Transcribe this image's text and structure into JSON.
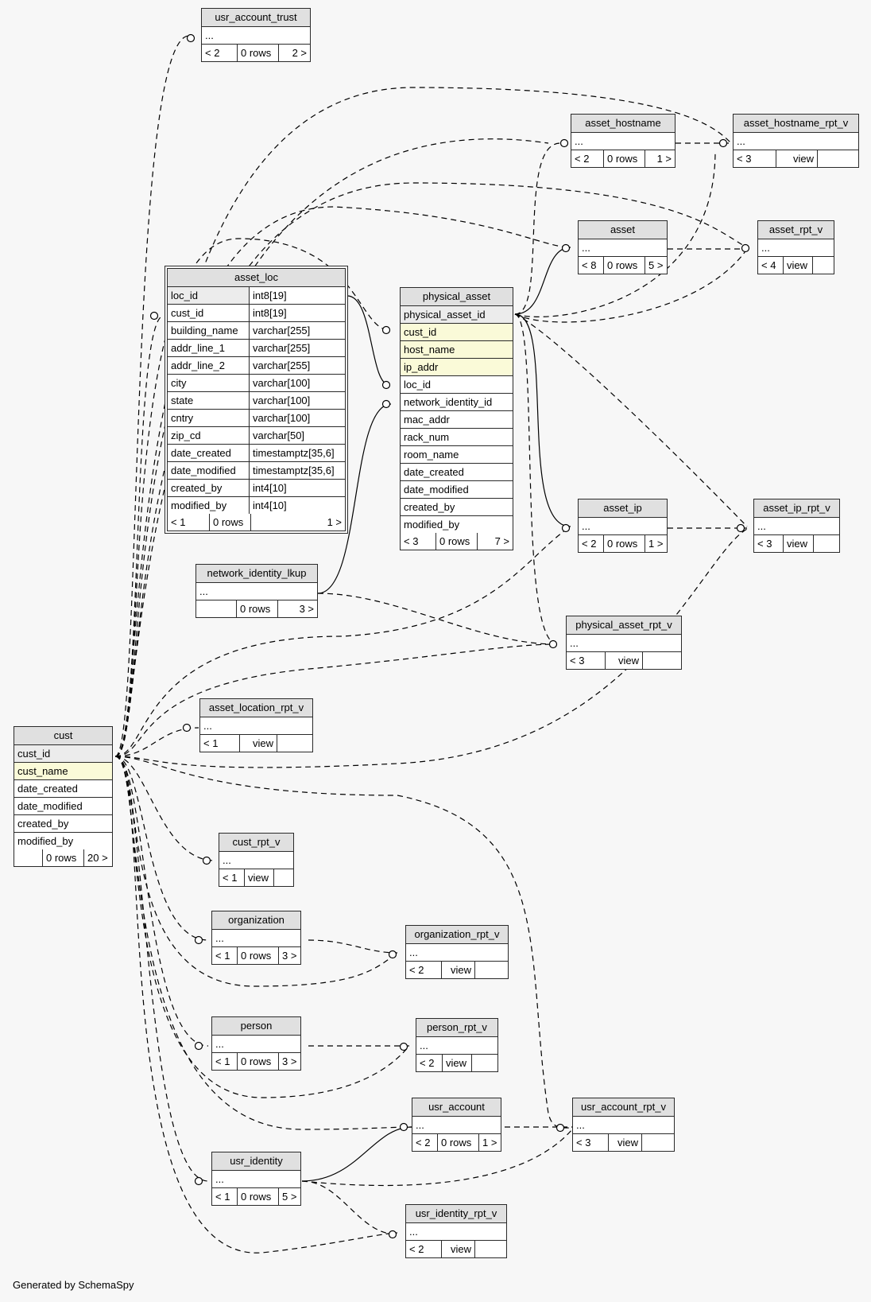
{
  "diagram": {
    "footer": "Generated by SchemaSpy",
    "colors": {
      "background": "#f7f7f7",
      "header": "#e0e0e0",
      "primary_key": "#ececec",
      "indexed": "#fafad8",
      "border": "#2a2a2a"
    },
    "tables": {
      "usr_account_trust": {
        "name": "usr_account_trust",
        "ellipsis": "...",
        "parents": "< 2",
        "rows": "0 rows",
        "children": "2 >"
      },
      "asset_hostname": {
        "name": "asset_hostname",
        "ellipsis": "...",
        "parents": "< 2",
        "rows": "0 rows",
        "children": "1 >"
      },
      "asset_hostname_rpt_v": {
        "name": "asset_hostname_rpt_v",
        "ellipsis": "...",
        "parents": "< 3",
        "rows": "view",
        "children": ""
      },
      "asset": {
        "name": "asset",
        "ellipsis": "...",
        "parents": "< 8",
        "rows": "0 rows",
        "children": "5 >"
      },
      "asset_rpt_v": {
        "name": "asset_rpt_v",
        "ellipsis": "...",
        "parents": "< 4",
        "rows": "view",
        "children": ""
      },
      "asset_loc": {
        "name": "asset_loc",
        "columns": [
          {
            "name": "loc_id",
            "type": "int8[19]"
          },
          {
            "name": "cust_id",
            "type": "int8[19]"
          },
          {
            "name": "building_name",
            "type": "varchar[255]"
          },
          {
            "name": "addr_line_1",
            "type": "varchar[255]"
          },
          {
            "name": "addr_line_2",
            "type": "varchar[255]"
          },
          {
            "name": "city",
            "type": "varchar[100]"
          },
          {
            "name": "state",
            "type": "varchar[100]"
          },
          {
            "name": "cntry",
            "type": "varchar[100]"
          },
          {
            "name": "zip_cd",
            "type": "varchar[50]"
          },
          {
            "name": "date_created",
            "type": "timestamptz[35,6]"
          },
          {
            "name": "date_modified",
            "type": "timestamptz[35,6]"
          },
          {
            "name": "created_by",
            "type": "int4[10]"
          },
          {
            "name": "modified_by",
            "type": "int4[10]"
          }
        ],
        "parents": "< 1",
        "rows": "0 rows",
        "children": "1 >"
      },
      "physical_asset": {
        "name": "physical_asset",
        "columns": [
          "physical_asset_id",
          "cust_id",
          "host_name",
          "ip_addr",
          "loc_id",
          "network_identity_id",
          "mac_addr",
          "rack_num",
          "room_name",
          "date_created",
          "date_modified",
          "created_by",
          "modified_by"
        ],
        "parents": "< 3",
        "rows": "0 rows",
        "children": "7 >"
      },
      "asset_ip": {
        "name": "asset_ip",
        "ellipsis": "...",
        "parents": "< 2",
        "rows": "0 rows",
        "children": "1 >"
      },
      "asset_ip_rpt_v": {
        "name": "asset_ip_rpt_v",
        "ellipsis": "...",
        "parents": "< 3",
        "rows": "view",
        "children": ""
      },
      "network_identity_lkup": {
        "name": "network_identity_lkup",
        "ellipsis": "...",
        "parents": "",
        "rows": "0 rows",
        "children": "3 >"
      },
      "physical_asset_rpt_v": {
        "name": "physical_asset_rpt_v",
        "ellipsis": "...",
        "parents": "< 3",
        "rows": "view",
        "children": ""
      },
      "asset_location_rpt_v": {
        "name": "asset_location_rpt_v",
        "ellipsis": "...",
        "parents": "< 1",
        "rows": "view",
        "children": ""
      },
      "cust": {
        "name": "cust",
        "columns": [
          "cust_id",
          "cust_name",
          "date_created",
          "date_modified",
          "created_by",
          "modified_by"
        ],
        "parents": "",
        "rows": "0 rows",
        "children": "20 >"
      },
      "cust_rpt_v": {
        "name": "cust_rpt_v",
        "ellipsis": "...",
        "parents": "< 1",
        "rows": "view",
        "children": ""
      },
      "organization": {
        "name": "organization",
        "ellipsis": "...",
        "parents": "< 1",
        "rows": "0 rows",
        "children": "3 >"
      },
      "organization_rpt_v": {
        "name": "organization_rpt_v",
        "ellipsis": "...",
        "parents": "< 2",
        "rows": "view",
        "children": ""
      },
      "person": {
        "name": "person",
        "ellipsis": "...",
        "parents": "< 1",
        "rows": "0 rows",
        "children": "3 >"
      },
      "person_rpt_v": {
        "name": "person_rpt_v",
        "ellipsis": "...",
        "parents": "< 2",
        "rows": "view",
        "children": ""
      },
      "usr_account": {
        "name": "usr_account",
        "ellipsis": "...",
        "parents": "< 2",
        "rows": "0 rows",
        "children": "1 >"
      },
      "usr_account_rpt_v": {
        "name": "usr_account_rpt_v",
        "ellipsis": "...",
        "parents": "< 3",
        "rows": "view",
        "children": ""
      },
      "usr_identity": {
        "name": "usr_identity",
        "ellipsis": "...",
        "parents": "< 1",
        "rows": "0 rows",
        "children": "5 >"
      },
      "usr_identity_rpt_v": {
        "name": "usr_identity_rpt_v",
        "ellipsis": "...",
        "parents": "< 2",
        "rows": "view",
        "children": ""
      }
    }
  }
}
